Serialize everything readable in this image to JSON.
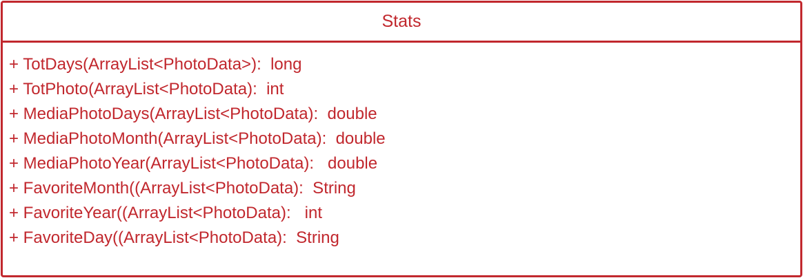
{
  "class_box": {
    "name": "Stats",
    "methods": [
      "+ TotDays(ArrayList<PhotoData>):  long",
      "+ TotPhoto(ArrayList<PhotoData):  int",
      "+ MediaPhotoDays(ArrayList<PhotoData):  double",
      "+ MediaPhotoMonth(ArrayList<PhotoData):  double",
      "+ MediaPhotoYear(ArrayList<PhotoData):   double",
      "+ FavoriteMonth((ArrayList<PhotoData):  String",
      "+ FavoriteYear((ArrayList<PhotoData):   int",
      "+ FavoriteDay((ArrayList<PhotoData):  String"
    ]
  },
  "colors": {
    "stroke": "#c1272d",
    "text": "#c1272d",
    "background": "#ffffff"
  }
}
